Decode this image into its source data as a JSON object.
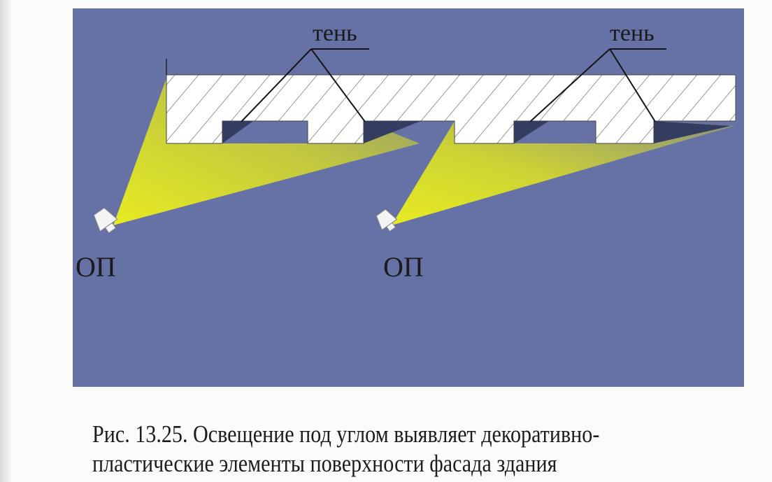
{
  "figure": {
    "labels": {
      "shadow_left": "тень",
      "shadow_right": "тень",
      "light_source_left": "ОП",
      "light_source_right": "ОП"
    },
    "caption_line1": "Рис. 13.25. Освещение под углом выявляет декоративно-",
    "caption_line2": "пластические элементы поверхности фасада здания"
  },
  "colors": {
    "background": "#6672a6",
    "light_beam": "#e4ea18",
    "shadow": "#343c60",
    "wall": "#ffffff"
  }
}
